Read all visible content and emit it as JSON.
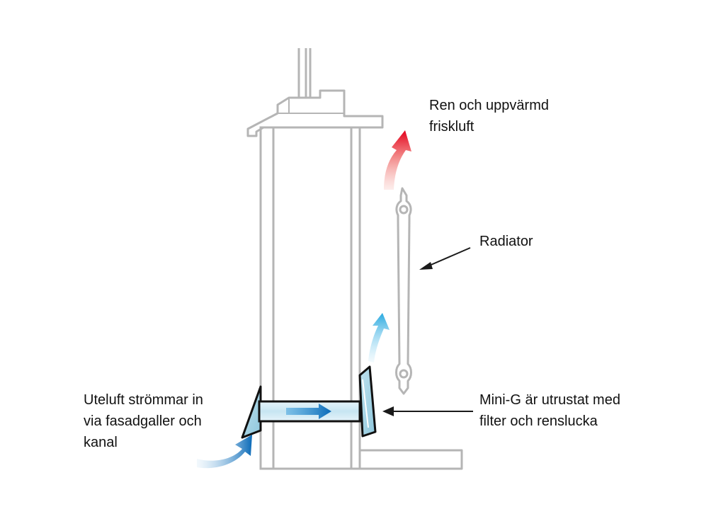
{
  "labels": {
    "warm_air": {
      "line1": "Ren och uppvärmd",
      "line2": "friskluft"
    },
    "radiator": {
      "line1": "Radiator"
    },
    "outside_air": {
      "line1": "Uteluft strömmar in",
      "line2": "via fasadgaller och",
      "line3": "kanal"
    },
    "mini_g": {
      "line1": "Mini-G är utrustat med",
      "line2": "filter och renslucka"
    }
  },
  "colors": {
    "wall_outline": "#b5b5b5",
    "warm_arrow": "#e3001b",
    "cold_arrow": "#0a6ab8",
    "light_cold_arrow": "#28a9e0",
    "duct_fill": "#cfe8f3",
    "pointer": "#1a1a1a"
  }
}
